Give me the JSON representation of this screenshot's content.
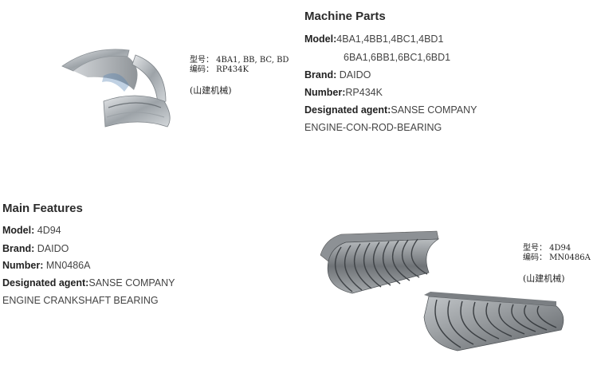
{
  "product1": {
    "heading": "Machine Parts",
    "model_label": "Model:",
    "model_line1": "4BA1,4BB1,4BC1,4BD1",
    "model_line2": "6BA1,6BB1,6BC1,6BD1",
    "brand_label": "Brand:",
    "brand_value": " DAIDO",
    "number_label": "Number:",
    "number_value": "RP434K",
    "agent_label": "Designated agent:",
    "agent_value": "SANSE COMPANY",
    "description": "ENGINE-CON-ROD-BEARING",
    "image_caption_model": "型号： 4BA1, BB, BC, BD",
    "image_caption_code": "编码： RP434K",
    "image_caption_company": "(山建机械)"
  },
  "product2": {
    "heading": "Main Features",
    "model_label": "Model:",
    "model_value": " 4D94",
    "brand_label": "Brand:",
    "brand_value": " DAIDO",
    "number_label": "Number:",
    "number_value": " MN0486A",
    "agent_label": "Designated agent:",
    "agent_value": "SANSE COMPANY",
    "description": "ENGINE CRANKSHAFT BEARING",
    "image_caption_model": "型号： 4D94",
    "image_caption_code": "编码： MN0486A",
    "image_caption_company": "(山建机械)"
  },
  "icons": {
    "bearing1": "con-rod-bearing-photo",
    "bearing2": "crankshaft-bearing-set-photo"
  }
}
